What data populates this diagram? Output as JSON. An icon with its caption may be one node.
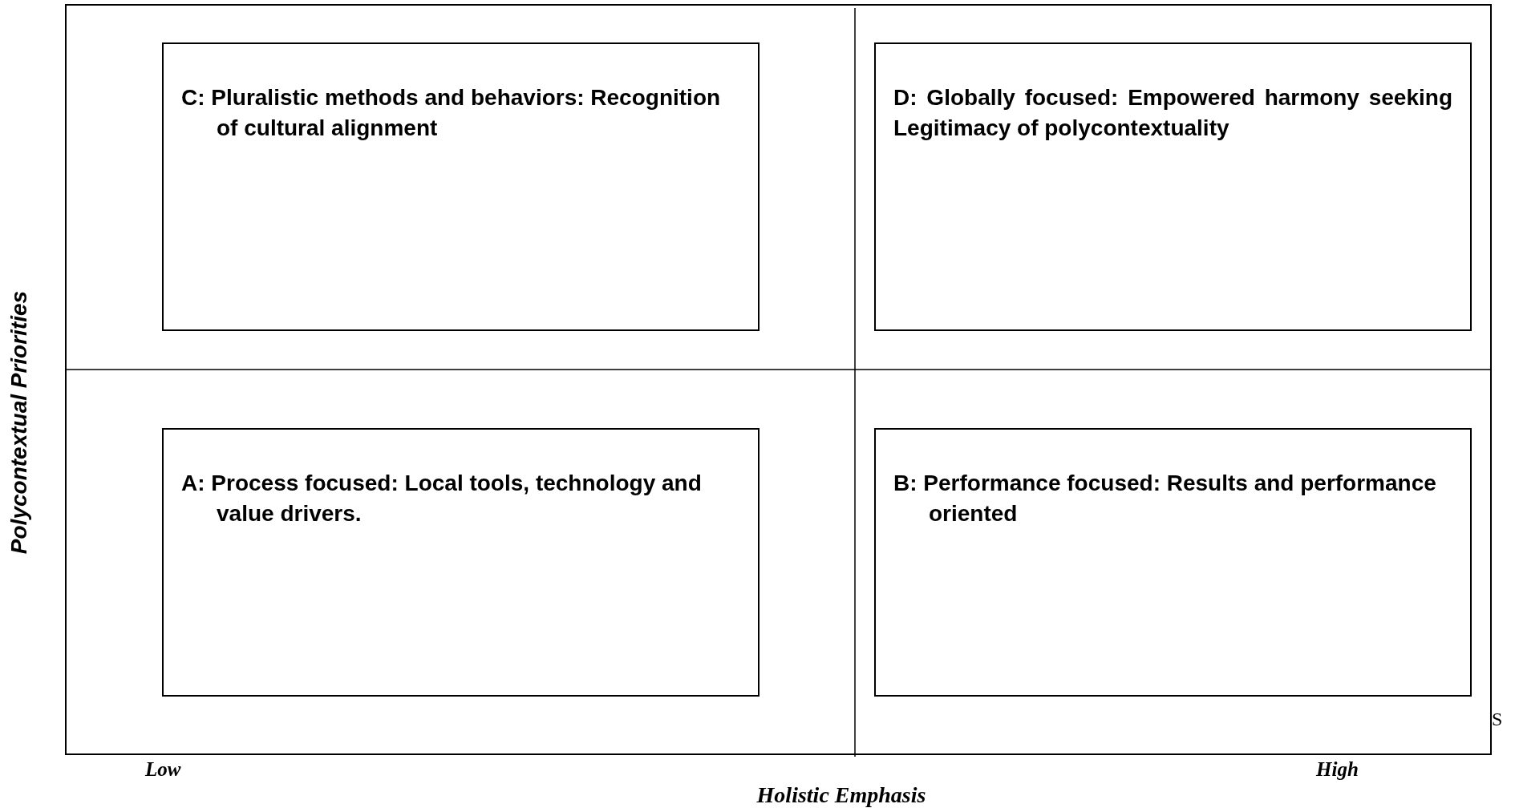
{
  "diagram": {
    "nodes": [
      {
        "text": [
          "C: Pluralistic methods and behaviors: Recognition of cultural alignment"
        ]
      },
      {
        "text": [
          "D: Globally focused: Empowered harmony seeking Legitimacy of polycontextuality"
        ]
      },
      {
        "text": [
          "A: Process focused: Local tools, technology and value drivers."
        ]
      },
      {
        "text": [
          "B: Performance focused: Results and performance oriented"
        ]
      }
    ],
    "edges": [],
    "labels": [
      "Polycontextual Priorities",
      "S",
      "Low",
      "High",
      "Holistic Emphasis"
    ]
  }
}
